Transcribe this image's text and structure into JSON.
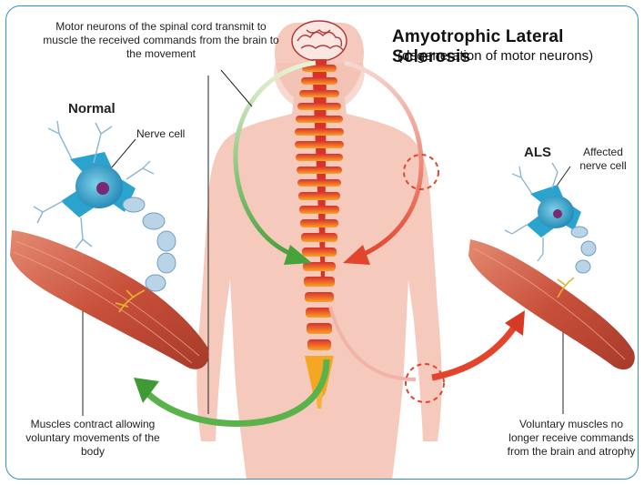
{
  "title": "Amyotrophic Lateral Sclerosis",
  "subtitle": "(degeneration of motor neurons)",
  "labels": {
    "motor_neurons": "Motor neurons of the spinal cord transmit to muscle the received commands from the brain to the movement",
    "normal": "Normal",
    "nerve_cell": "Nerve cell",
    "als": "ALS",
    "affected_nerve_cell": "Affected nerve cell",
    "muscles_contract": "Muscles contract allowing voluntary movements of the body",
    "voluntary_muscles": "Voluntary muscles no longer receive commands from the brain and atrophy"
  },
  "colors": {
    "frame": "#3a8fc7",
    "body": "#f6c9bd",
    "spine_top": "#d8322a",
    "spine_bottom": "#f5a623",
    "green_arrow": "#59b24a",
    "red_arrow": "#e2452c",
    "neuron": "#2aa3cf",
    "muscle": "#c8503a"
  }
}
